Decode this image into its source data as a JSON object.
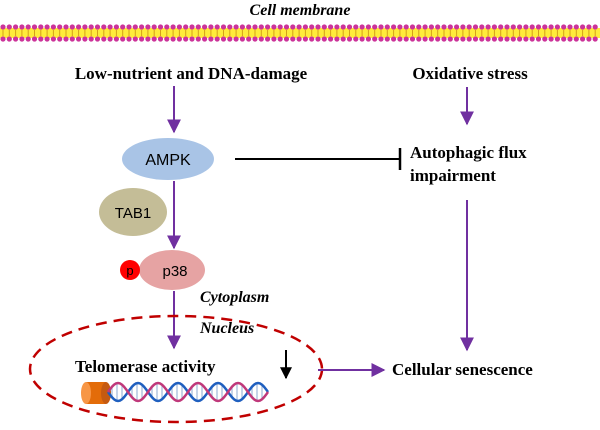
{
  "labels": {
    "cell_membrane": "Cell membrane",
    "low_nutrient": "Low-nutrient and DNA-damage",
    "oxidative_stress": "Oxidative stress",
    "ampk": "AMPK",
    "autophagic_line1": "Autophagic  flux",
    "autophagic_line2": "impairment",
    "tab1": "TAB1",
    "phospho": "p",
    "p38": "p38",
    "cytoplasm": "Cytoplasm",
    "nucleus": "Nucleus",
    "telomerase": "Telomerase  activity",
    "cellular_senescence": "Cellular senescence"
  },
  "colors": {
    "arrow": "#7030a0",
    "membrane_yellow": "#ffeb3b",
    "membrane_magenta": "#cc3399",
    "ampk_fill": "#a9c4e6",
    "tab1_fill": "#c4bd97",
    "p38_fill": "#e6a3a3",
    "phospho_fill": "#ff0000",
    "nucleus_border": "#c00000",
    "histone": "#e36c09",
    "dna_strand_a": "#1f5fbf",
    "dna_strand_b": "#c0387a"
  },
  "icons": {
    "membrane": "lipid-bilayer-icon",
    "dna": "dna-helix-icon",
    "histone": "histone-cylinder-icon",
    "decrease": "down-arrow-icon"
  }
}
